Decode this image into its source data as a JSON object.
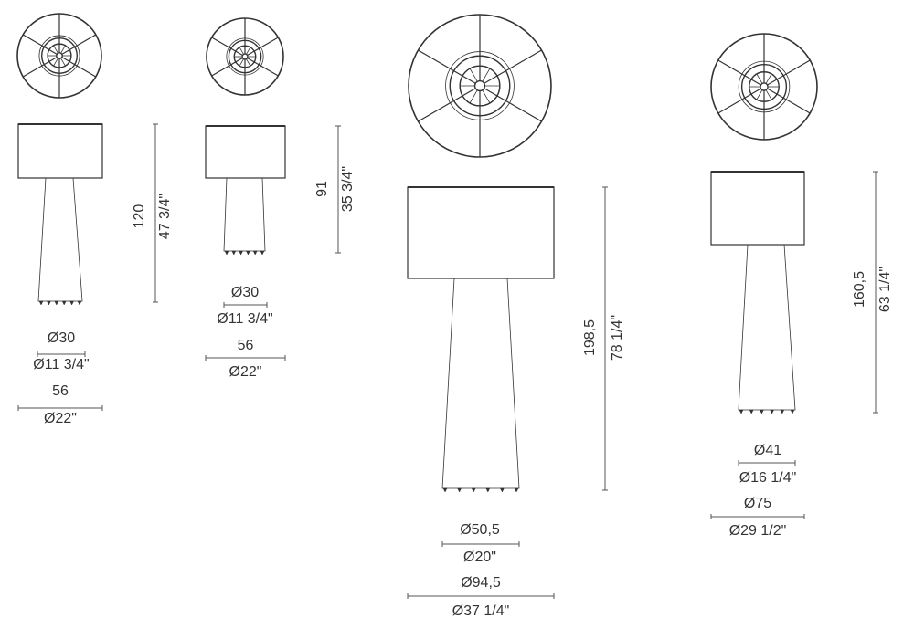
{
  "lamps": [
    {
      "name": "lamp-small-tall",
      "height_cm": "120",
      "height_in": "47 3/4\"",
      "base_cm": "Ø30",
      "base_in": "Ø11 3/4\"",
      "shade_cm": "56",
      "shade_in": "Ø22\""
    },
    {
      "name": "lamp-small-short",
      "height_cm": "91",
      "height_in": "35 3/4\"",
      "base_cm": "Ø30",
      "base_in": "Ø11 3/4\"",
      "shade_cm": "56",
      "shade_in": "Ø22\""
    },
    {
      "name": "lamp-large",
      "height_cm": "198,5",
      "height_in": "78 1/4\"",
      "base_cm": "Ø50,5",
      "base_in": "Ø20\"",
      "shade_cm": "Ø94,5",
      "shade_in": "Ø37 1/4\""
    },
    {
      "name": "lamp-medium",
      "height_cm": "160,5",
      "height_in": "63 1/4\"",
      "base_cm": "Ø41",
      "base_in": "Ø16 1/4\"",
      "shade_cm": "Ø75",
      "shade_in": "Ø29 1/2\""
    }
  ],
  "colors": {
    "line": "#333333",
    "dim": "#555555"
  }
}
